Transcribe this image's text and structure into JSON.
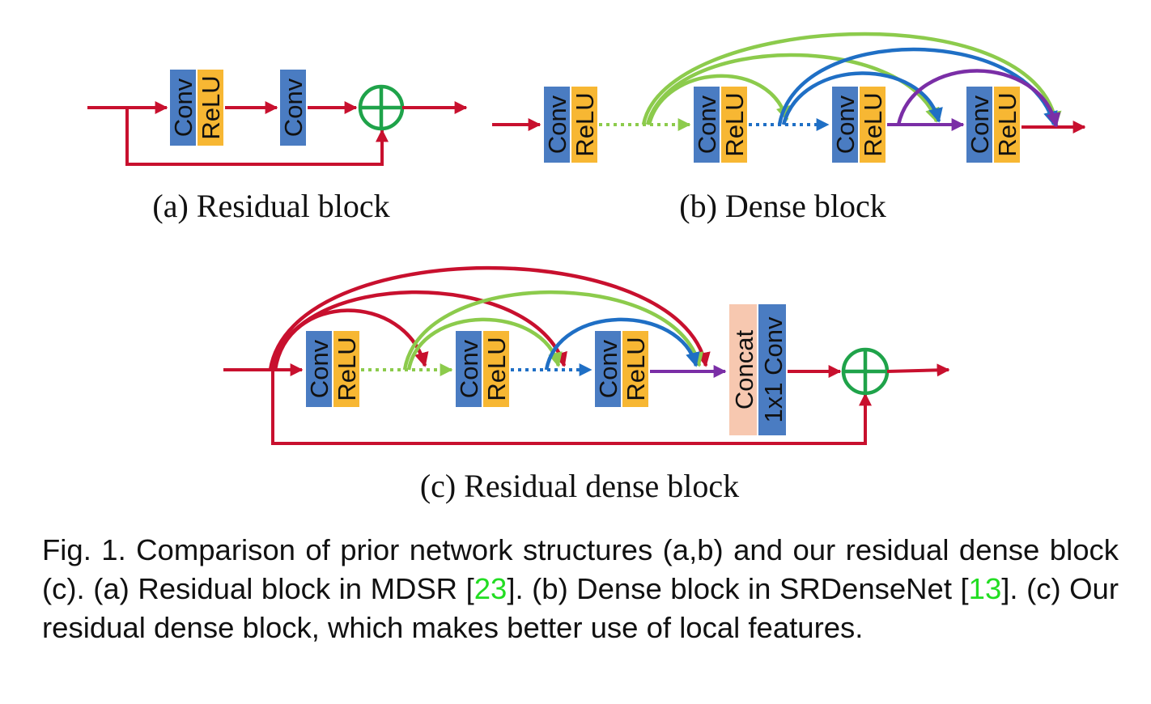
{
  "colors": {
    "conv": "#4a7cc2",
    "relu": "#f7b733",
    "concat": "#f7c8b0",
    "red_path": "#c8102e",
    "green_path": "#8ccb4c",
    "blue_path": "#1f6fc5",
    "purple_path": "#7a2ea6",
    "sum_node": "#1fa34a",
    "ref_link": "#22dd22"
  },
  "labels": {
    "conv": "Conv",
    "relu": "ReLU",
    "concat": "Concat",
    "conv1x1": "1x1 Conv"
  },
  "subcaptions": {
    "a": "(a)  Residual block",
    "b": "(b)  Dense block",
    "c": "(c)  Residual dense block"
  },
  "caption": {
    "part1": "Fig. 1. Comparison of prior network structures (a,b) and our residual dense block (c). (a) Residual block in MDSR [",
    "ref1": "23",
    "part2": "]. (b) Dense block in SRDenseNet [",
    "ref2": "13",
    "part3": "]. (c) Our residual dense block, which makes better use of local features."
  }
}
